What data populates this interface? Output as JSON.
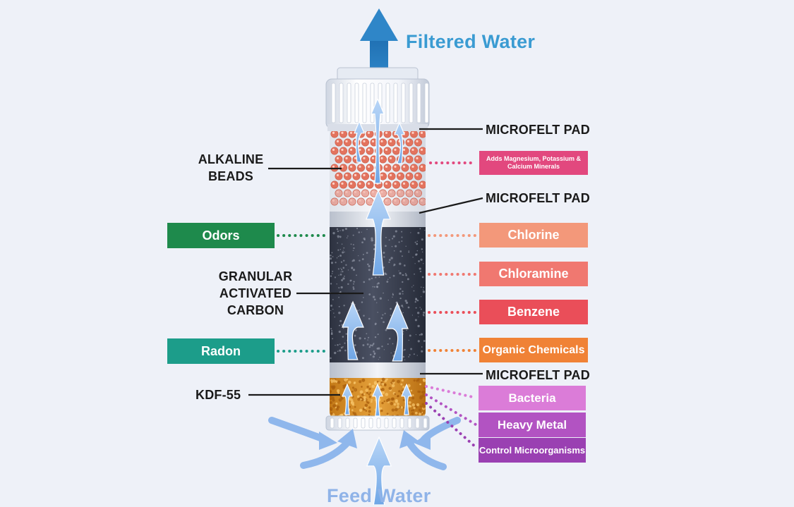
{
  "title": {
    "text": "Filtered Water",
    "color": "#3a9bd2"
  },
  "bottom_title": {
    "text": "Feed Water",
    "color": "#8fb3e8"
  },
  "layer_labels": {
    "microfelt_top": "MICROFELT PAD",
    "microfelt_mid": "MICROFELT PAD",
    "microfelt_bottom": "MICROFELT PAD",
    "alkaline_line1": "ALKALINE",
    "alkaline_line2": "BEADS",
    "gac_line1": "GRANULAR",
    "gac_line2": "ACTIVATED",
    "gac_line3": "CARBON",
    "kdf": "KDF-55"
  },
  "left_tags": [
    {
      "text": "Odors",
      "color": "#1e8a4c"
    },
    {
      "text": "Radon",
      "color": "#1c9d8a"
    }
  ],
  "right_tags": [
    {
      "text": "Adds Magnesium, Potassium & Calcium Minerals",
      "color": "#e2487e"
    },
    {
      "text": "Chlorine",
      "color": "#f3987a"
    },
    {
      "text": "Chloramine",
      "color": "#f07870"
    },
    {
      "text": "Benzene",
      "color": "#ea4e59"
    },
    {
      "text": "Organic Chemicals",
      "color": "#f08236"
    },
    {
      "text": "Bacteria",
      "color": "#db7cd8"
    },
    {
      "text": "Heavy Metal",
      "color": "#b253c2"
    },
    {
      "text": "Control Microorganisms",
      "color": "#9a40b2"
    }
  ]
}
